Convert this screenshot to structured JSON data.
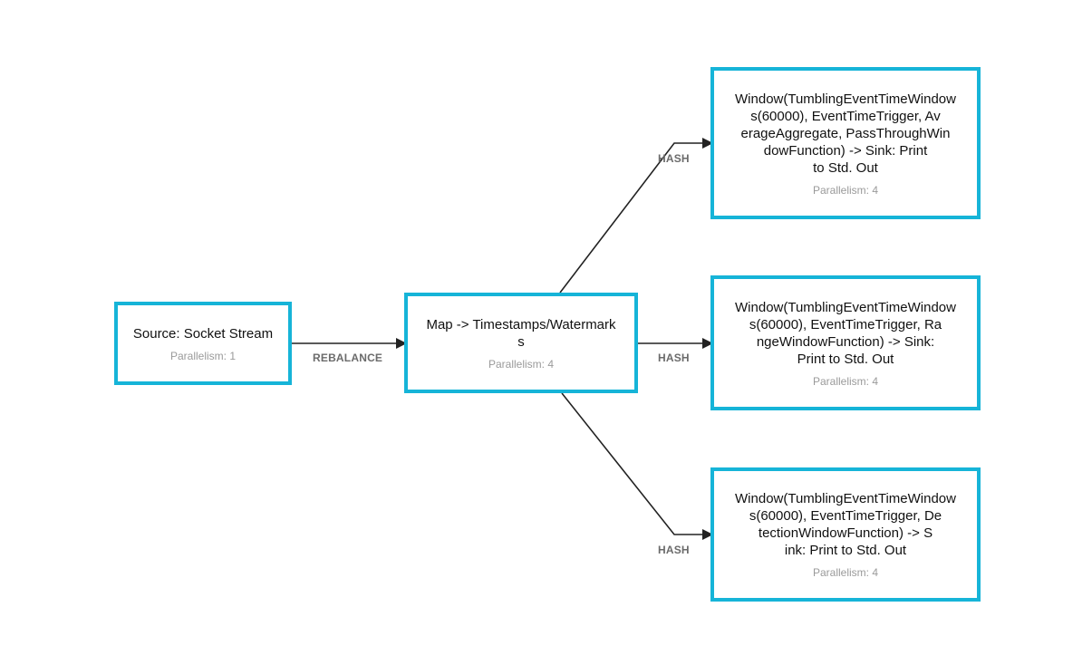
{
  "diagram": {
    "nodes": [
      {
        "id": "source",
        "title": "Source: Socket Stream",
        "parallelism": "Parallelism: 1"
      },
      {
        "id": "map",
        "title": "Map -> Timestamps/Watermark\ns",
        "parallelism": "Parallelism: 4"
      },
      {
        "id": "window1",
        "title": "Window(TumblingEventTimeWindow\ns(60000), EventTimeTrigger, Av\nerageAggregate, PassThroughWin\ndowFunction) -> Sink: Print\nto Std. Out",
        "parallelism": "Parallelism: 4"
      },
      {
        "id": "window2",
        "title": "Window(TumblingEventTimeWindow\ns(60000), EventTimeTrigger, Ra\nngeWindowFunction) -> Sink:\nPrint to Std. Out",
        "parallelism": "Parallelism: 4"
      },
      {
        "id": "window3",
        "title": "Window(TumblingEventTimeWindow\ns(60000), EventTimeTrigger, De\ntectionWindowFunction) -> S\nink: Print to Std. Out",
        "parallelism": "Parallelism: 4"
      }
    ],
    "edges": [
      {
        "from": "source",
        "to": "map",
        "label": "REBALANCE"
      },
      {
        "from": "map",
        "to": "window1",
        "label": "HASH"
      },
      {
        "from": "map",
        "to": "window2",
        "label": "HASH"
      },
      {
        "from": "map",
        "to": "window3",
        "label": "HASH"
      }
    ],
    "colors": {
      "node_border": "#16b4d8",
      "edge": "#222222",
      "edge_label": "#6b6b6b",
      "parallelism": "#9a9a9a"
    }
  }
}
